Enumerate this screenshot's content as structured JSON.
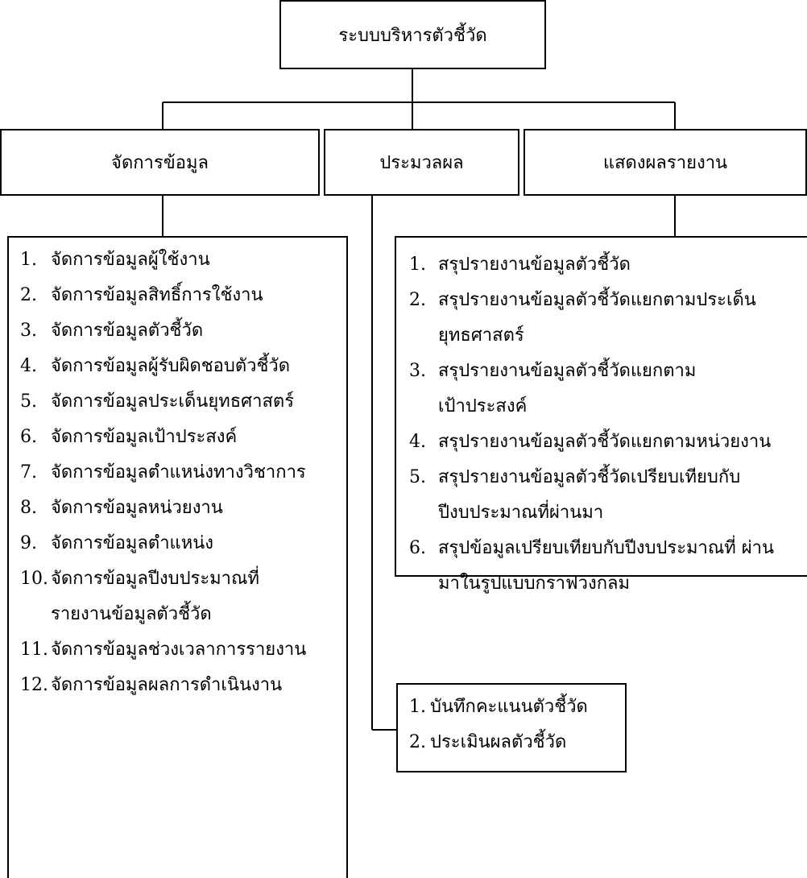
{
  "root": {
    "label": "ระบบบริหารตัวชี้วัด"
  },
  "branches": [
    {
      "label": "จัดการข้อมูล",
      "items": [
        {
          "num": "1.",
          "text": "จัดการข้อมูลผู้ใช้งาน"
        },
        {
          "num": "2.",
          "text": "จัดการข้อมูลสิทธิ์การใช้งาน"
        },
        {
          "num": "3.",
          "text": "จัดการข้อมูลตัวชี้วัด"
        },
        {
          "num": "4.",
          "text": "จัดการข้อมูลผู้รับผิดชอบตัวชี้วัด"
        },
        {
          "num": "5.",
          "text": "จัดการข้อมูลประเด็นยุทธศาสตร์"
        },
        {
          "num": "6.",
          "text": "จัดการข้อมูลเป้าประสงค์"
        },
        {
          "num": "7.",
          "text": "จัดการข้อมูลตำแหน่งทางวิชาการ"
        },
        {
          "num": "8.",
          "text": "จัดการข้อมูลหน่วยงาน"
        },
        {
          "num": "9.",
          "text": "จัดการข้อมูลตำแหน่ง"
        },
        {
          "num": "10.",
          "text": "จัดการข้อมูลปีงบประมาณที่ รายงานข้อมูลตัวชี้วัด"
        },
        {
          "num": "11.",
          "text": "จัดการข้อมูลช่วงเวลาการรายงาน"
        },
        {
          "num": "12.",
          "text": "จัดการข้อมูลผลการดำเนินงาน"
        }
      ]
    },
    {
      "label": "ประมวลผล",
      "items": [
        {
          "num": "1.",
          "text": "บันทึกคะแนนตัวชี้วัด"
        },
        {
          "num": "2.",
          "text": "ประเมินผลตัวชี้วัด"
        }
      ]
    },
    {
      "label": "แสดงผลรายงาน",
      "items": [
        {
          "num": "1.",
          "text": "สรุปรายงานข้อมูลตัวชี้วัด"
        },
        {
          "num": "2.",
          "text": "สรุปรายงานข้อมูลตัวชี้วัดแยกตามประเด็น ยุทธศาสตร์"
        },
        {
          "num": "3.",
          "text": "สรุปรายงานข้อมูลตัวชี้วัดแยกตาม เป้าประสงค์"
        },
        {
          "num": "4.",
          "text": "สรุปรายงานข้อมูลตัวชี้วัดแยกตามหน่วยงาน"
        },
        {
          "num": "5.",
          "text": "สรุปรายงานข้อมูลตัวชี้วัดเปรียบเทียบกับ ปีงบประมาณที่ผ่านมา"
        },
        {
          "num": "6.",
          "text": "สรุปข้อมูลเปรียบเทียบกับปีงบประมาณที่ ผ่านมาในรูปแบบกราฟวงกลม"
        }
      ]
    }
  ]
}
